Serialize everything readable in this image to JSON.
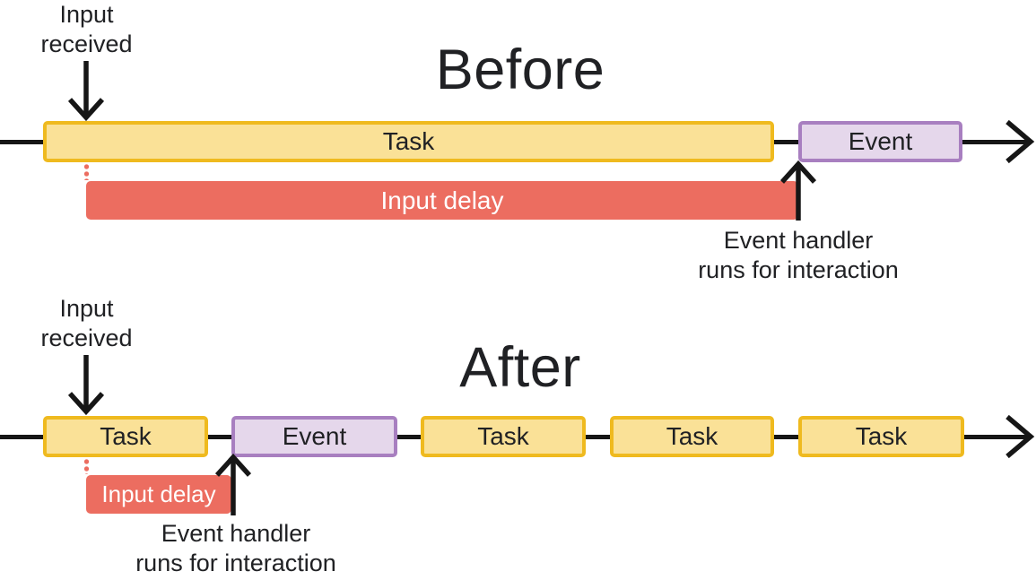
{
  "before": {
    "title": "Before",
    "input_received": {
      "line1": "Input",
      "line2": "received"
    },
    "task": {
      "label": "Task"
    },
    "event": {
      "label": "Event"
    },
    "input_delay": {
      "label": "Input delay"
    },
    "event_handler": {
      "line1": "Event handler",
      "line2": "runs for interaction"
    }
  },
  "after": {
    "title": "After",
    "input_received": {
      "line1": "Input",
      "line2": "received"
    },
    "segments": [
      {
        "type": "task",
        "label": "Task"
      },
      {
        "type": "event",
        "label": "Event"
      },
      {
        "type": "task",
        "label": "Task"
      },
      {
        "type": "task",
        "label": "Task"
      },
      {
        "type": "task",
        "label": "Task"
      }
    ],
    "input_delay": {
      "label": "Input delay"
    },
    "event_handler": {
      "line1": "Event handler",
      "line2": "runs for interaction"
    }
  },
  "colors": {
    "task_fill": "#FAE197",
    "task_border": "#EFBA1F",
    "event_fill": "#E5D7EB",
    "event_border": "#A87FC0",
    "input_delay_fill": "#EC6D60",
    "arrow": "#161616",
    "text": "#202124"
  }
}
